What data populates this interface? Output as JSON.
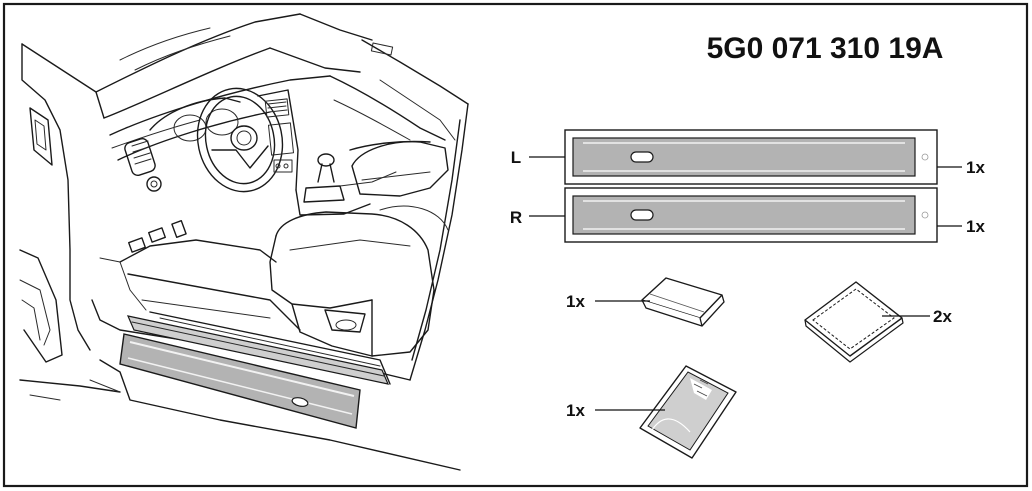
{
  "part_number": "5G0 071 310 19A",
  "strips": [
    {
      "side": "L",
      "qty": "1x"
    },
    {
      "side": "R",
      "qty": "1x"
    }
  ],
  "accessories": [
    {
      "name": "squeegee",
      "qty": "1x"
    },
    {
      "name": "wipe-pack",
      "qty": "2x"
    },
    {
      "name": "cleaning-cloth-pack",
      "qty": "1x"
    }
  ],
  "colors": {
    "frame": "#1a1a1a",
    "strip_fill": "#b3b3b3",
    "background": "#ffffff"
  }
}
